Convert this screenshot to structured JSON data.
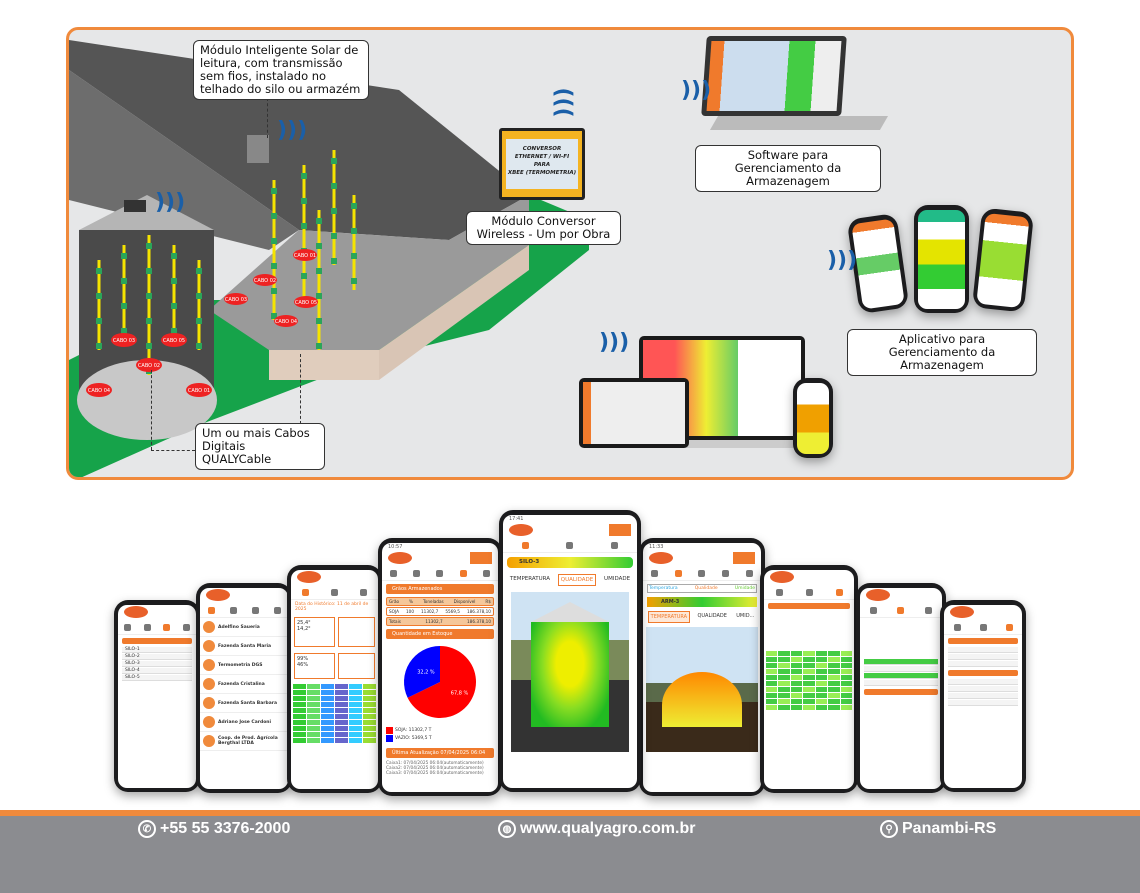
{
  "callouts": {
    "modulo_solar": "Módulo Inteligente Solar de leitura, com transmissão sem fios, instalado no telhado do silo ou armazém",
    "conversor": "Módulo Conversor Wireless - Um por Obra",
    "software": "Software para Gerenciamento da Armazenagem",
    "aplicativo": "Aplicativo para Gerenciamento da Armazenagem",
    "cabos": "Um ou mais Cabos Digitais QUALYCable"
  },
  "converter_box": {
    "line1": "CONVERSOR ETHERNET / WI-FI",
    "line2": "PARA",
    "line3": "XBEE (TERMOMETRIA)"
  },
  "cable_labels": {
    "silo": [
      "CABO 03",
      "CABO 02",
      "CABO 05",
      "CABO 04",
      "CABO 01"
    ],
    "warehouse": [
      "CABO 01",
      "CABO 02",
      "CABO 03",
      "CABO 05",
      "CABO 04"
    ],
    "word": "CABO"
  },
  "phones": {
    "center": {
      "time": "17:41",
      "silo": "SILO-3",
      "tabs": [
        "TEMPERATURA",
        "QUALIDADE",
        "UMIDADE"
      ],
      "active_tab": "QUALIDADE"
    },
    "stock": {
      "time": "10:57",
      "section1": "Grãos Armazenados",
      "headers": [
        "Grão",
        "%",
        "Toneladas",
        "Disponível",
        "R$"
      ],
      "row": [
        "SOJA",
        "100",
        "11302,7",
        "5569,5",
        "186.378,10"
      ],
      "total": [
        "Totais",
        "11302,7",
        "186.378,10"
      ],
      "section2": "Quantidade em Estoque",
      "pie": [
        {
          "label": "67,8 %",
          "value": 67.8,
          "color": "#ff0000"
        },
        {
          "label": "32,2 %",
          "value": 32.2,
          "color": "#0000ff"
        }
      ],
      "legend": [
        "SOJA: 11302,7 T",
        "VAZIO: 5369,5 T"
      ],
      "section3": "Última Atualização 07/04/2025 06:04",
      "updates": [
        "Caixa1: 07/04/2025 06:04(automaticamente)",
        "Caixa2: 07/04/2025 06:04(automaticamente)",
        "Caixa3: 07/04/2025 06:04(automaticamente)"
      ]
    },
    "arm": {
      "time": "11:33",
      "filters": [
        "Temperatura",
        "Qualidade",
        "Umidade"
      ],
      "armazem": "ARM-3",
      "tabs": [
        "TEMPERATURA",
        "QUALIDADE",
        "UMID..."
      ]
    },
    "list": {
      "items": [
        "Adelfino Saueria",
        "Fazenda Santa Maria",
        "Termometria DGS",
        "Fazenda Cristalina",
        "Fazenda Santa Barbara",
        "Adriano Jose Cardoni",
        "Coop. de Prod. Agrícola Bergthal LTDA"
      ]
    },
    "silos": {
      "items": [
        "SILO-1",
        "SILO-2",
        "SILO-3",
        "SILO-4",
        "SILO-5"
      ]
    },
    "weather": {
      "date": "Data do Histórico: 11 de abril de 2025",
      "temps": [
        "25,4°",
        "14,2°"
      ],
      "hum": [
        "99%",
        "46%"
      ]
    }
  },
  "footer": {
    "phone": "+55 55 3376-2000",
    "website": "www.qualyagro.com.br",
    "location": "Panambi-RS"
  },
  "colors": {
    "accent": "#f08a3c",
    "footer_bg": "#8b8c90",
    "wifi": "#1a5fa8",
    "ground": "#16a34a"
  }
}
